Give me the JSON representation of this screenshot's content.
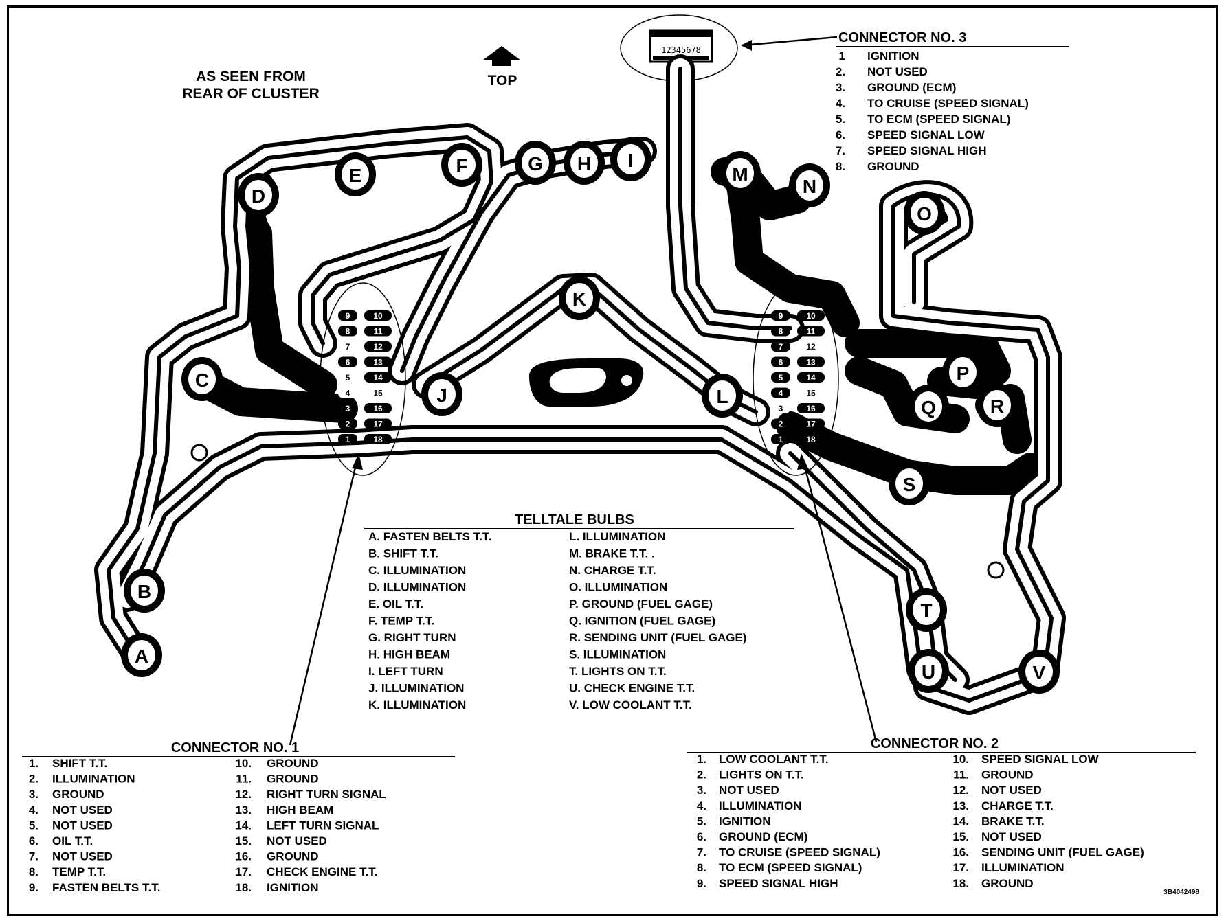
{
  "header": {
    "view_note_line1": "AS SEEN FROM",
    "view_note_line2": "REAR OF CLUSTER",
    "top_label": "TOP"
  },
  "connector3": {
    "title": "CONNECTOR NO. 3",
    "pin_strip": "12345678",
    "pins": [
      {
        "n": "1",
        "label": "IGNITION"
      },
      {
        "n": "2.",
        "label": "NOT USED"
      },
      {
        "n": "3.",
        "label": "GROUND (ECM)"
      },
      {
        "n": "4.",
        "label": "TO CRUISE (SPEED SIGNAL)"
      },
      {
        "n": "5.",
        "label": "TO ECM (SPEED SIGNAL)"
      },
      {
        "n": "6.",
        "label": "SPEED SIGNAL LOW"
      },
      {
        "n": "7.",
        "label": "SPEED SIGNAL HIGH"
      },
      {
        "n": "8.",
        "label": "GROUND"
      }
    ]
  },
  "bulb_letters": [
    "A",
    "B",
    "C",
    "D",
    "E",
    "F",
    "G",
    "H",
    "I",
    "J",
    "K",
    "L",
    "M",
    "N",
    "O",
    "P",
    "Q",
    "R",
    "S",
    "T",
    "U",
    "V"
  ],
  "pad_numbers": [
    "1",
    "2",
    "3",
    "4",
    "5",
    "6",
    "7",
    "8",
    "9",
    "10",
    "11",
    "12",
    "13",
    "14",
    "15",
    "16",
    "17",
    "18"
  ],
  "telltale": {
    "title": "TELLTALE BULBS",
    "left": [
      "A.  FASTEN BELTS T.T.",
      "B.  SHIFT T.T.",
      "C.  ILLUMINATION",
      "D.  ILLUMINATION",
      "E.  OIL T.T.",
      "F.  TEMP T.T.",
      "G.  RIGHT TURN",
      "H.  HIGH BEAM",
      "I.  LEFT TURN",
      "J.  ILLUMINATION",
      "K.  ILLUMINATION"
    ],
    "right": [
      "L.  ILLUMINATION",
      "M.  BRAKE T.T. .",
      "N.  CHARGE T.T.",
      "O.  ILLUMINATION",
      "P.  GROUND (FUEL GAGE)",
      "Q.  IGNITION (FUEL GAGE)",
      "R.  SENDING UNIT (FUEL GAGE)",
      "S.  ILLUMINATION",
      "T.  LIGHTS ON T.T.",
      "U.  CHECK ENGINE T.T.",
      "V.  LOW COOLANT T.T."
    ]
  },
  "connector1": {
    "title": "CONNECTOR NO. 1",
    "left": [
      {
        "n": "1.",
        "label": "SHIFT T.T."
      },
      {
        "n": "2.",
        "label": "ILLUMINATION"
      },
      {
        "n": "3.",
        "label": "GROUND"
      },
      {
        "n": "4.",
        "label": "NOT USED"
      },
      {
        "n": "5.",
        "label": "NOT USED"
      },
      {
        "n": "6.",
        "label": "OIL T.T."
      },
      {
        "n": "7.",
        "label": "NOT USED"
      },
      {
        "n": "8.",
        "label": "TEMP T.T."
      },
      {
        "n": "9.",
        "label": "FASTEN BELTS T.T."
      }
    ],
    "right": [
      {
        "n": "10.",
        "label": "GROUND"
      },
      {
        "n": "11.",
        "label": "GROUND"
      },
      {
        "n": "12.",
        "label": "RIGHT TURN SIGNAL"
      },
      {
        "n": "13.",
        "label": "HIGH BEAM"
      },
      {
        "n": "14.",
        "label": "LEFT TURN SIGNAL"
      },
      {
        "n": "15.",
        "label": "NOT USED"
      },
      {
        "n": "16.",
        "label": "GROUND"
      },
      {
        "n": "17.",
        "label": "CHECK ENGINE T.T."
      },
      {
        "n": "18.",
        "label": "IGNITION"
      }
    ]
  },
  "connector2": {
    "title": "CONNECTOR NO. 2",
    "left": [
      {
        "n": "1.",
        "label": "LOW COOLANT T.T."
      },
      {
        "n": "2.",
        "label": "LIGHTS ON T.T."
      },
      {
        "n": "3.",
        "label": "NOT USED"
      },
      {
        "n": "4.",
        "label": "ILLUMINATION"
      },
      {
        "n": "5.",
        "label": "IGNITION"
      },
      {
        "n": "6.",
        "label": "GROUND (ECM)"
      },
      {
        "n": "7.",
        "label": "TO CRUISE (SPEED SIGNAL)"
      },
      {
        "n": "8.",
        "label": "TO ECM (SPEED SIGNAL)"
      },
      {
        "n": "9.",
        "label": "SPEED SIGNAL HIGH"
      }
    ],
    "right": [
      {
        "n": "10.",
        "label": "SPEED SIGNAL LOW"
      },
      {
        "n": "11.",
        "label": "GROUND"
      },
      {
        "n": "12.",
        "label": "NOT USED"
      },
      {
        "n": "13.",
        "label": "CHARGE T.T."
      },
      {
        "n": "14.",
        "label": "BRAKE T.T."
      },
      {
        "n": "15.",
        "label": "NOT USED"
      },
      {
        "n": "16.",
        "label": "SENDING UNIT   (FUEL GAGE)"
      },
      {
        "n": "17.",
        "label": "ILLUMINATION"
      },
      {
        "n": "18.",
        "label": "GROUND"
      }
    ]
  },
  "figure_code": "3B4042498"
}
